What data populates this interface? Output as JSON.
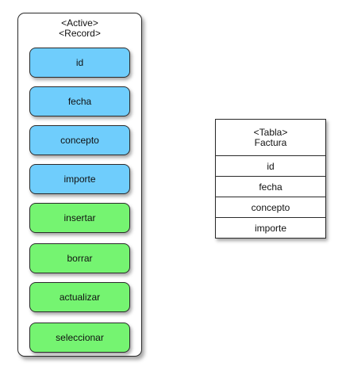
{
  "active_record": {
    "title_line1": "<Active>",
    "title_line2": "<Record>",
    "attributes": [
      "id",
      "fecha",
      "concepto",
      "importe"
    ],
    "methods": [
      "insertar",
      "borrar",
      "actualizar",
      "seleccionar"
    ],
    "attribute_color": "#6fcdfc",
    "method_color": "#75f471"
  },
  "tabla": {
    "title_line1": "<Tabla>",
    "title_line2": "Factura",
    "columns": [
      "id",
      "fecha",
      "concepto",
      "importe"
    ]
  }
}
